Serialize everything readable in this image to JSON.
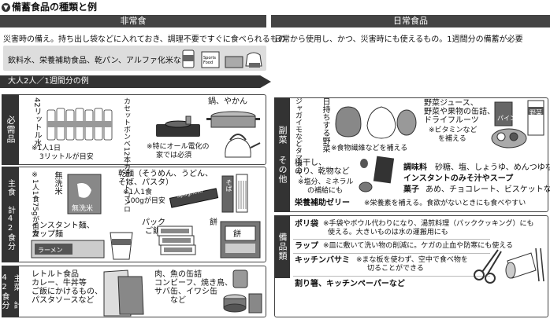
{
  "title": "備蓄食品の種類と例",
  "emergency": {
    "header": "非常食",
    "description": "災害時の備え。持ち出し袋などに入れておき、調理不要ですぐに食べられるもの",
    "examples": "飲料水、栄養補助食品、乾パン、アルファ化米など"
  },
  "daily": {
    "header": "日常食品",
    "description": "日常から使用し、かつ、災害時にも使えるもの。1週間分の備蓄が必要"
  },
  "household_label": "大人2人／1週間分の例",
  "staple": {
    "label": "必需品",
    "water_title": "42リットル水",
    "water_note1": "※1人1日",
    "water_note2": "3リットルが目安",
    "stove_title": "カセットボンベ12本カセットコンロ",
    "stove_note1": "※特にオール電化の",
    "stove_note2": "家では必須",
    "pot_title": "鍋、やかん"
  },
  "main_food": {
    "label": "主食 計42食分",
    "rice_title": "無洗米",
    "rice_note": "※1人1食75gが目安",
    "rice_bag_text": "無洗米",
    "dry_title1": "乾麺（そうめん、うどん、",
    "dry_title2": "そば、パスタ）",
    "dry_note1": "※1人1食",
    "dry_note2": "100gが目安",
    "spaghetti_text": "Spaghetti",
    "soba_text": "そば",
    "instant_title1": "インスタント麺、",
    "instant_title2": "カップ麺",
    "ramen_text": "ラーメン",
    "pack_rice1": "パック",
    "pack_rice2": "ご飯",
    "mochi_title": "餅",
    "mochi_text": "餅"
  },
  "main_dish": {
    "label": "主菜 計42食分",
    "retort1": "レトルト食品",
    "retort2": "カレー、牛丼等",
    "retort3": "ご飯にかけるもの、",
    "retort4": "パスタソースなど",
    "canned1": "肉、魚の缶詰",
    "canned2": "コンビーフ、焼き鳥、",
    "canned3": "サバ缶、イワシ缶",
    "canned4": "など"
  },
  "side_dish": {
    "label": "副菜 その他",
    "veg_title": "ジャガイモなどタマネギ、",
    "veg_title2": "日持ちする野菜",
    "veg_note": "※食物繊維などを補える",
    "juice1": "野菜ジュース、",
    "juice2": "野菜や果物の缶詰、",
    "juice3": "ドライフルーツ",
    "juice4": "※ビタミンなど",
    "juice5": "を補える",
    "pine_text": "パイン",
    "veg_box_text": "野菜",
    "ume1": "梅干し、",
    "ume2": "のり、乾物など",
    "ume3": "※塩分、ミネラル",
    "ume4": "の補給にも",
    "seasoning_label": "調味料",
    "seasoning_items": "砂糖、塩、しょうゆ、めんつゆなど",
    "instant_soup": "インスタントのみそ汁やスープ",
    "sweets_label": "菓子",
    "sweets_items": "あめ、チョコレート、ビスケットなど",
    "jelly": "栄養補助ゼリー",
    "jelly_note": "※栄養素を補える。食欲がないときにも食べやすい"
  },
  "supplies": {
    "label": "備品類",
    "bag_label": "ポリ袋",
    "bag_note1": "※手袋やボウル代わりになり、湯煎料理（パッククッキング）にも",
    "bag_note2": "使える。大きいものは水の運搬用にも",
    "wrap_label": "ラップ",
    "wrap_note": "※皿に敷いて洗い物の削減に。ケガの止血や防寒にも使える",
    "scissors_label": "キッチンバサミ",
    "scissors_note1": "※まな板を使わず、空中で食べ物を",
    "scissors_note2": "切ることができる",
    "misc": "割り箸、キッチンペーパーなど"
  },
  "colors": {
    "band": "#444444",
    "label_bg": "#333333",
    "example_bg": "#dddddd",
    "illustration_gray": "#8a8a8a"
  }
}
